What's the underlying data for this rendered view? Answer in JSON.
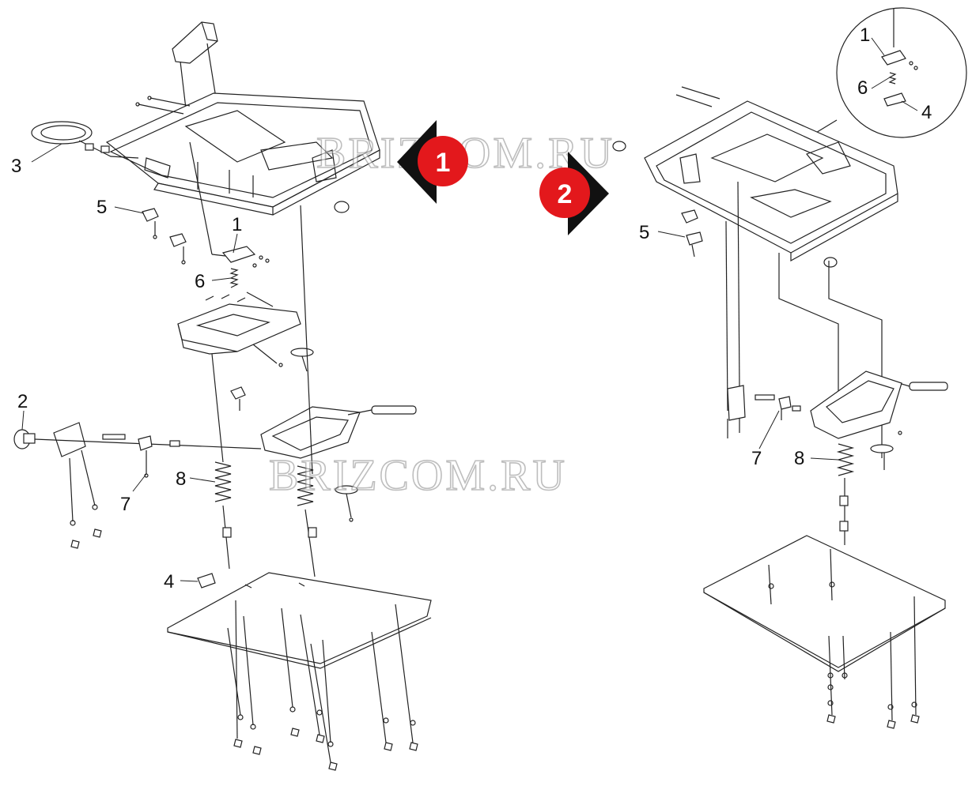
{
  "diagram": {
    "variant_badges": [
      {
        "label": "1",
        "color": "#e3181c",
        "arrow_color": "#111111"
      },
      {
        "label": "2",
        "color": "#e3181c",
        "arrow_color": "#111111"
      }
    ],
    "part_callouts": {
      "left": [
        "3",
        "5",
        "1",
        "6",
        "2",
        "7",
        "8",
        "4"
      ],
      "right": [
        "1",
        "6",
        "4",
        "5",
        "7",
        "8"
      ]
    },
    "watermark": "BRIZCOM.RU",
    "line_color": "#222222",
    "fill_color": "#ffffff"
  }
}
